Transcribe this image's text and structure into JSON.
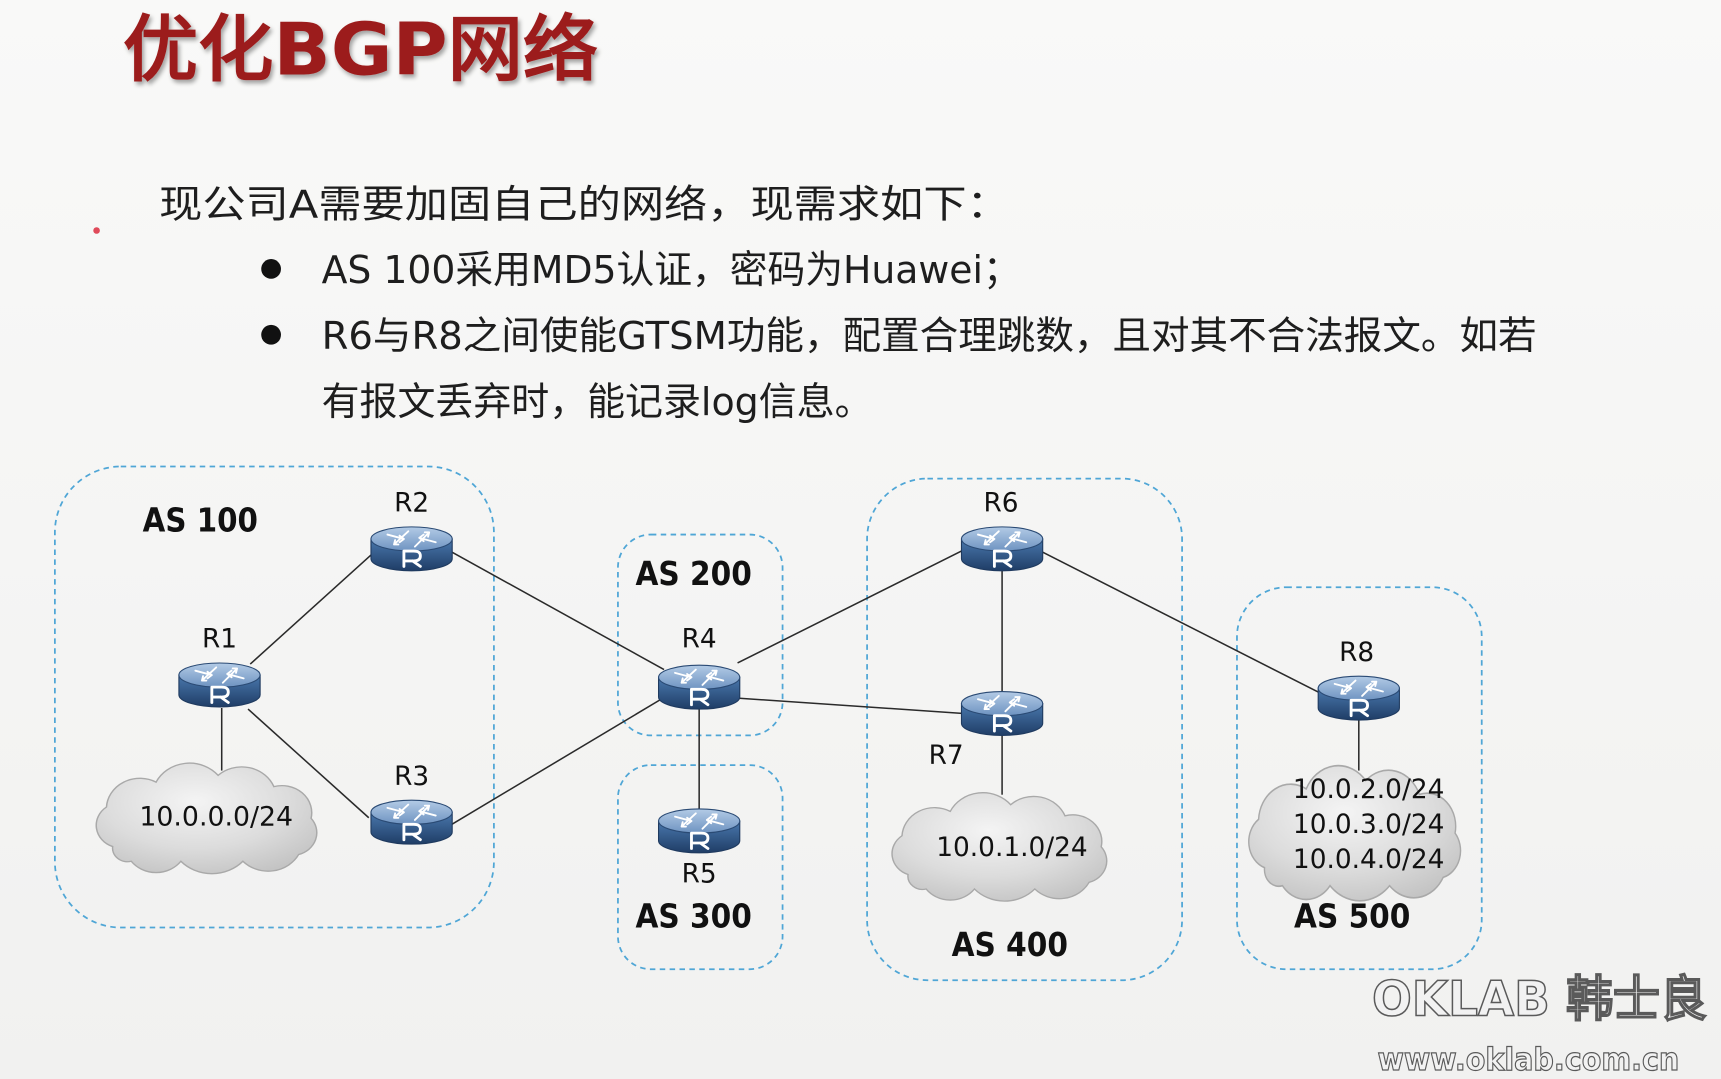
{
  "slide": {
    "title": "优化BGP网络",
    "intro": "现公司A需要加固自己的网络，现需求如下：",
    "bullets": [
      {
        "lines": [
          "AS 100采用MD5认证，密码为Huawei；"
        ]
      },
      {
        "lines": [
          "R6与R8之间使能GTSM功能，配置合理跳数，且对其不合法报文。如若",
          "有报文丢弃时，能记录log信息。"
        ]
      }
    ]
  },
  "topology": {
    "autonomous_systems": [
      {
        "label": "AS 100"
      },
      {
        "label": "AS 200"
      },
      {
        "label": "AS 300"
      },
      {
        "label": "AS 400"
      },
      {
        "label": "AS 500"
      }
    ],
    "routers": [
      {
        "label": "R1"
      },
      {
        "label": "R2"
      },
      {
        "label": "R3"
      },
      {
        "label": "R4"
      },
      {
        "label": "R5"
      },
      {
        "label": "R6"
      },
      {
        "label": "R7"
      },
      {
        "label": "R8"
      }
    ],
    "networks": [
      {
        "prefixes": [
          "10.0.0.0/24"
        ]
      },
      {
        "prefixes": [
          "10.0.1.0/24"
        ]
      },
      {
        "prefixes": [
          "10.0.2.0/24",
          "10.0.3.0/24",
          "10.0.4.0/24"
        ]
      }
    ]
  },
  "watermark": {
    "brand": "OKLAB 韩士良",
    "url": "www.oklab.com.cn"
  },
  "icons": {
    "router": "router-icon",
    "network": "cloud-icon",
    "bullet": "bullet-dot-icon"
  },
  "colors": {
    "title": "#9c1a1a",
    "as_border": "#4fa6d6",
    "router_body": "#2f5786",
    "router_top": "#8fb1d9",
    "cloud": "#d4d4d4",
    "text": "#1e1e1e"
  }
}
